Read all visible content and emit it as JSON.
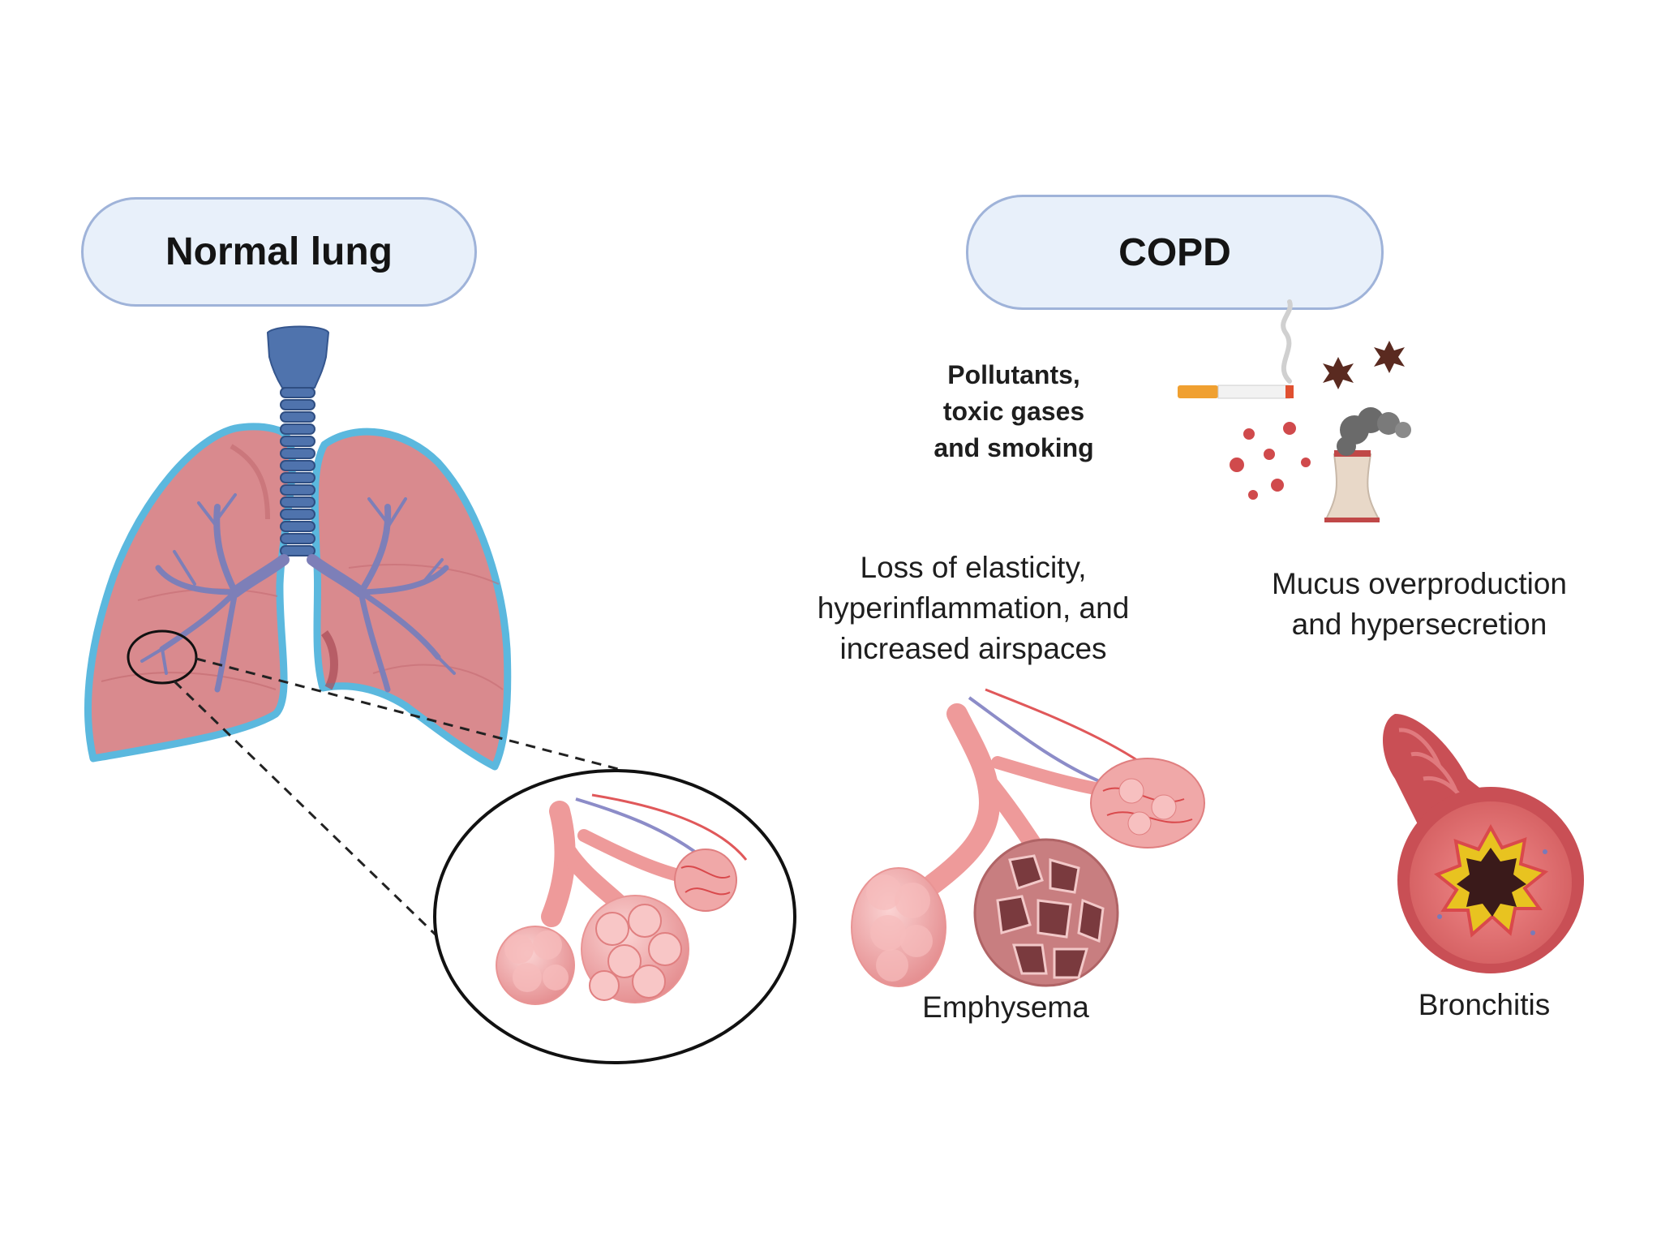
{
  "panels": {
    "normal": {
      "title": "Normal lung"
    },
    "copd": {
      "title": "COPD"
    }
  },
  "labels": {
    "pollutants": "Pollutants,\ntoxic gases\nand smoking",
    "loss_of_elasticity": "Loss of elasticity,\nhyperinflammation, and\nincreased airspaces",
    "mucus": "Mucus overproduction\nand hypersecretion",
    "emphysema": "Emphysema",
    "bronchitis": "Bronchitis"
  },
  "colors": {
    "lung_fill": "#d98a8e",
    "lung_outline": "#5bb8de",
    "airway": "#4f73ad",
    "alveoli": "#f2a9a9",
    "pill_fill": "#e8f0fa",
    "pill_border": "#9fb3d9"
  }
}
